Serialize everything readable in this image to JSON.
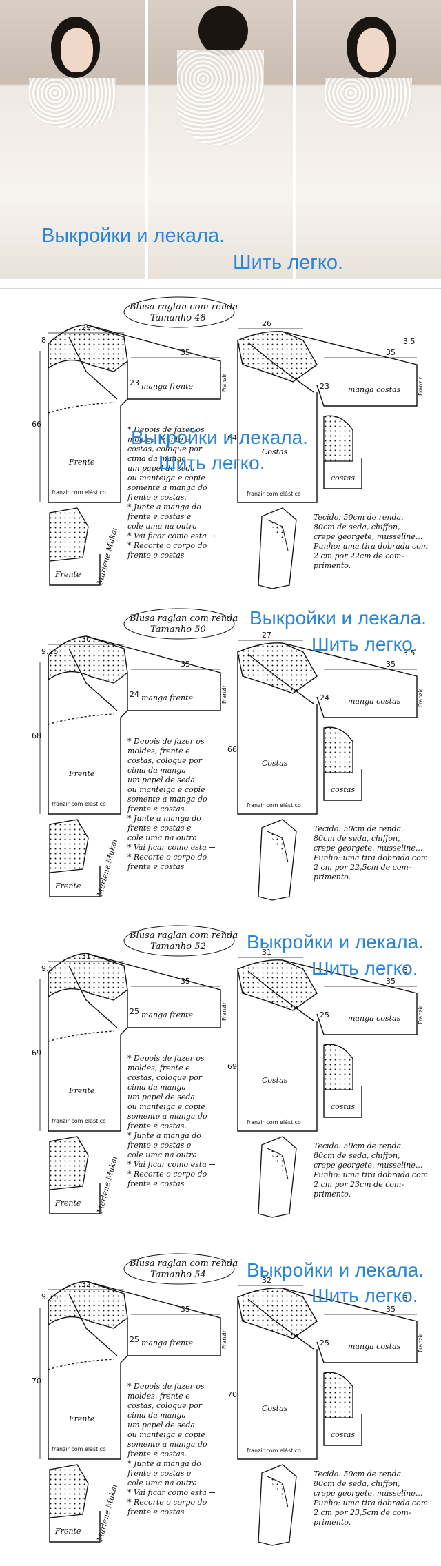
{
  "hero": {
    "watermark_line1": "Выкройки и лекала.",
    "watermark_line2": "Шить легко."
  },
  "colors": {
    "watermark": "#2b86d6",
    "ink": "#111111"
  },
  "sheets": [
    {
      "title": "Blusa raglan com renda",
      "size": "Tamanho 48",
      "watermark_line1": "Выкройки и лекала.",
      "watermark_line2": "Шить легко.",
      "front": {
        "width": "29",
        "sleeve_len": "35",
        "neck": "8",
        "depth": "23",
        "side": "66",
        "label_sleeve": "manga frente",
        "label_body": "Frente",
        "label_yoke": "Frente",
        "elastic": "franzir com elástico",
        "franzir": "Franzir"
      },
      "back": {
        "width": "26",
        "sleeve_len": "35",
        "neck_drop": "3.5",
        "depth": "23",
        "side": "64",
        "label_sleeve": "manga costas",
        "label_body": "Costas",
        "label_yoke": "costas",
        "elastic": "franzir com elástico",
        "franzir": "Franzir"
      },
      "notes": [
        "* Depois de fazer os",
        "moldes, frente e",
        "costas, coloque por",
        "cima da manga",
        "um papel de seda",
        "ou manteiga e copie",
        "somente a manga do",
        "frente e costas.",
        "* Junte a manga do",
        "frente e costas e",
        "cole uma na outra",
        "* Vai ficar como esta →",
        "* Recorte o corpo do",
        "frente e costas"
      ],
      "fabric": [
        "Tecido: 50cm de renda.",
        "80cm de seda, chiffon,",
        "crepe georgete, musseline...",
        "Punho: uma tira dobrada com",
        "2 cm por 22cm de com-",
        "primento."
      ],
      "signature": "Marlene Mukai"
    },
    {
      "title": "Blusa raglan com renda",
      "size": "Tamanho 50",
      "watermark_line1": "Выкройки и лекала.",
      "watermark_line2": "Шить легко.",
      "front": {
        "width": "30",
        "sleeve_len": "35",
        "neck": "9.25",
        "depth": "24",
        "side": "68",
        "label_sleeve": "manga frente",
        "label_body": "Frente",
        "label_yoke": "Frente",
        "elastic": "franzir com elástico",
        "franzir": "Franzir"
      },
      "back": {
        "width": "27",
        "sleeve_len": "35",
        "neck_drop": "3.5",
        "depth": "24",
        "side": "66",
        "label_sleeve": "manga costas",
        "label_body": "Costas",
        "label_yoke": "costas",
        "elastic": "franzir com elástico",
        "franzir": "Franzir"
      },
      "notes": [
        "* Depois de fazer os",
        "moldes, frente e",
        "costas, coloque por",
        "cima da manga",
        "um papel de seda",
        "ou manteiga e copie",
        "somente a manga do",
        "frente e costas.",
        "* Junte a manga do",
        "frente e costas e",
        "cole uma na outra",
        "* Vai ficar como esta →",
        "* Recorte o corpo do",
        "frente e costas"
      ],
      "fabric": [
        "Tecido: 50cm de renda.",
        "80cm de seda, chiffon,",
        "crepe georgete, musseline...",
        "Punho: uma tira dobrada com",
        "2 cm por 22,5cm de com-",
        "primento."
      ],
      "signature": "Marlene Mukai"
    },
    {
      "title": "Blusa raglan com renda",
      "size": "Tamanho 52",
      "watermark_line1": "Выкройки и лекала.",
      "watermark_line2": "Шить легко.",
      "front": {
        "width": "31",
        "sleeve_len": "35",
        "neck": "9.5",
        "depth": "25",
        "side": "69",
        "label_sleeve": "manga frente",
        "label_body": "Frente",
        "label_yoke": "Frente",
        "elastic": "franzir com elástico",
        "franzir": "Franzir"
      },
      "back": {
        "width": "31",
        "sleeve_len": "35",
        "neck_drop": "3",
        "depth": "25",
        "side": "69",
        "label_sleeve": "manga costas",
        "label_body": "Costas",
        "label_yoke": "costas",
        "elastic": "franzir com elástico",
        "franzir": "Franzir"
      },
      "notes": [
        "* Depois de fazer os",
        "moldes, frente e",
        "costas, coloque por",
        "cima da manga",
        "um papel de seda",
        "ou manteiga e copie",
        "somente a manga do",
        "frente e costas.",
        "* Junte a manga do",
        "frente e costas e",
        "cole uma na outra",
        "* Vai ficar como esta →",
        "* Recorte o corpo do",
        "frente e costas"
      ],
      "fabric": [
        "Tecido: 50cm de renda.",
        "80cm de seda, chiffon,",
        "crepe georgete, musseline...",
        "Punho: uma tira dobrada com",
        "2 cm por 23cm de com-",
        "primento."
      ],
      "signature": "Marlene Mukai"
    },
    {
      "title": "Blusa raglan com renda",
      "size": "Tamanho 54",
      "watermark_line1": "Выкройки и лекала.",
      "watermark_line2": "Шить легко.",
      "front": {
        "width": "32",
        "sleeve_len": "35",
        "neck": "9.75",
        "depth": "25",
        "side": "70",
        "label_sleeve": "manga frente",
        "label_body": "Frente",
        "label_yoke": "Frente",
        "elastic": "franzir com elástico",
        "franzir": "Franzir"
      },
      "back": {
        "width": "32",
        "sleeve_len": "35",
        "neck_drop": "3",
        "depth": "25",
        "side": "70",
        "label_sleeve": "manga costas",
        "label_body": "Costas",
        "label_yoke": "costas",
        "elastic": "franzir com elástico",
        "franzir": "Franzir"
      },
      "notes": [
        "* Depois de fazer os",
        "moldes, frente e",
        "costas, coloque por",
        "cima da manga",
        "um papel de seda",
        "ou manteiga e copie",
        "somente a manga do",
        "frente e costas.",
        "* Junte a manga do",
        "frente e costas e",
        "cole uma na outra",
        "* Vai ficar como esta →",
        "* Recorte o corpo do",
        "frente e costas"
      ],
      "fabric": [
        "Tecido: 50cm de renda.",
        "80cm de seda, chiffon,",
        "crepe georgete, musseline...",
        "Punho: uma tira dobrada com",
        "2 cm por 23,5cm de com-",
        "primento."
      ],
      "signature": "Marlene Mukai"
    }
  ]
}
